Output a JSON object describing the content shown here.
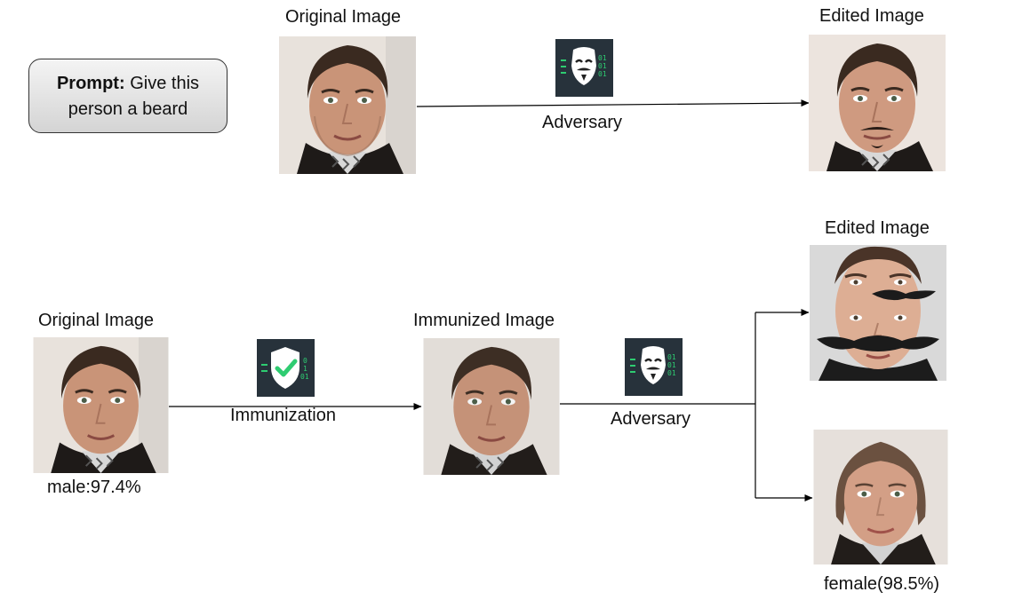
{
  "prompt": {
    "bold": "Prompt:",
    "text_line1": "Give this",
    "text_line2": "person a beard"
  },
  "top": {
    "original_label": "Original Image",
    "edited_label": "Edited Image",
    "adversary_label": "Adversary"
  },
  "bottom": {
    "original_label": "Original Image",
    "original_caption": "male:97.4%",
    "immunization_label": "Immunization",
    "immunized_label": "Immunized Image",
    "adversary_label": "Adversary",
    "edited_label": "Edited Image",
    "female_caption": "female(98.5%)"
  },
  "icons": {
    "adversary": "anonymous-mask-icon",
    "immunization": "shield-check-icon",
    "binary_text": [
      "01",
      "01",
      "01"
    ],
    "binary_text_shield": [
      "0",
      "1",
      "01"
    ]
  },
  "colors": {
    "icon_bg": "#27323b",
    "icon_green": "#2ecc71",
    "skin": "#c99478",
    "hair": "#3a2a20"
  }
}
